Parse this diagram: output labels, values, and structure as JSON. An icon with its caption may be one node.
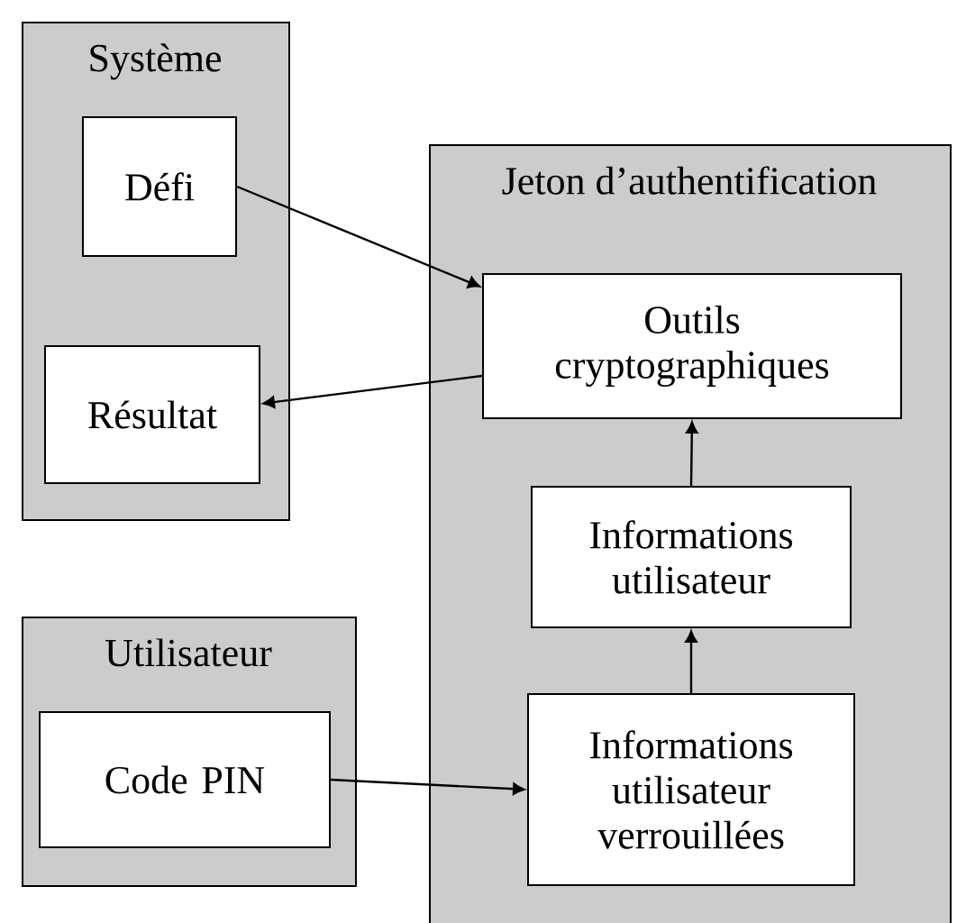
{
  "diagram": {
    "nodes": [
      {
        "text": [
          "Système"
        ]
      },
      {
        "text": [
          "Défi"
        ],
        "in": 0
      },
      {
        "text": [
          "Résultat"
        ],
        "in": 0
      },
      {
        "text": [
          "Jeton d’authentification"
        ]
      },
      {
        "text": [
          "Outils cryptographiques"
        ],
        "in": 3
      },
      {
        "text": [
          "Informations utilisateur"
        ],
        "in": 3
      },
      {
        "text": [
          "Informations utilisateur verrouillées"
        ],
        "in": 3
      },
      {
        "text": [
          "Utilisateur"
        ]
      },
      {
        "text": [
          "Code PIN"
        ],
        "in": 7
      }
    ],
    "edges": [
      {
        "from": 1,
        "to": 4,
        "arrow": "to"
      },
      {
        "from": 4,
        "to": 2,
        "arrow": "to"
      },
      {
        "from": 5,
        "to": 4,
        "arrow": "to"
      },
      {
        "from": 6,
        "to": 5,
        "arrow": "to"
      },
      {
        "from": 8,
        "to": 6,
        "arrow": "to"
      }
    ]
  }
}
